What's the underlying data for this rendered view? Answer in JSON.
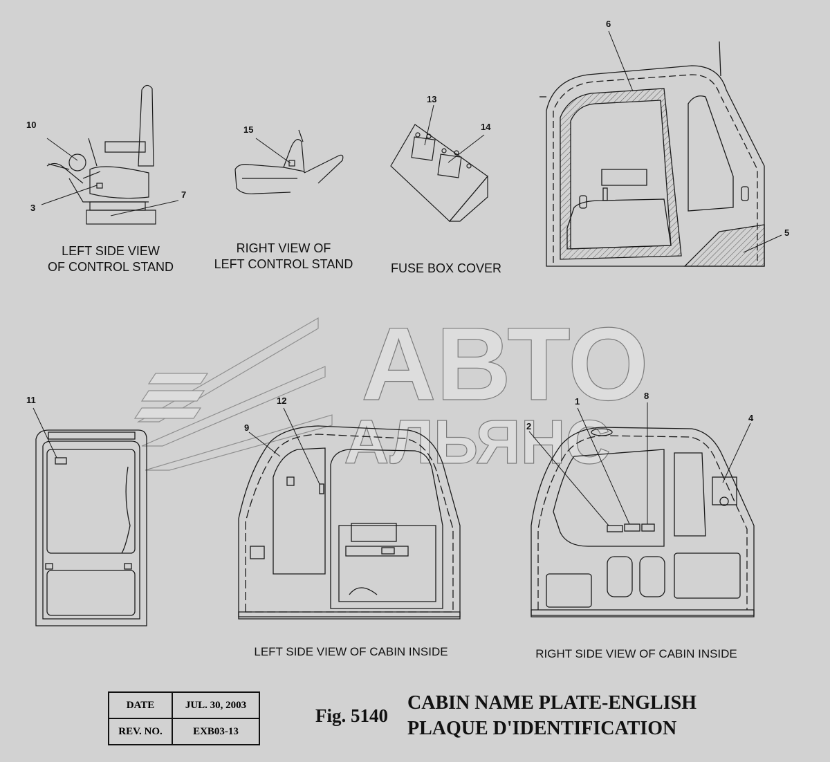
{
  "views": {
    "left_control_stand": [
      "LEFT SIDE VIEW",
      "OF CONTROL STAND"
    ],
    "right_control_stand": [
      "RIGHT VIEW OF",
      "LEFT CONTROL STAND"
    ],
    "fuse_box": "FUSE BOX COVER",
    "cabin_left_inside": "LEFT SIDE VIEW OF CABIN INSIDE",
    "cabin_right_inside": "RIGHT  SIDE VIEW OF CABIN INSIDE"
  },
  "callouts": [
    "1",
    "2",
    "3",
    "4",
    "5",
    "6",
    "7",
    "8",
    "9",
    "10",
    "11",
    "12",
    "13",
    "14",
    "15"
  ],
  "watermark": {
    "top": "АВТО",
    "bottom": "АЛЬЯНС"
  },
  "revision_table": {
    "date_label": "DATE",
    "date_value": "JUL. 30, 2003",
    "rev_label": "REV. NO.",
    "rev_value": "EXB03-13"
  },
  "figure": {
    "number": "Fig. 5140",
    "title_line1": "CABIN NAME PLATE-ENGLISH",
    "title_line2": "PLAQUE D'IDENTIFICATION"
  },
  "colors": {
    "background": "#d2d2d2",
    "ink": "#111111",
    "watermark": "#e2e2e2"
  }
}
